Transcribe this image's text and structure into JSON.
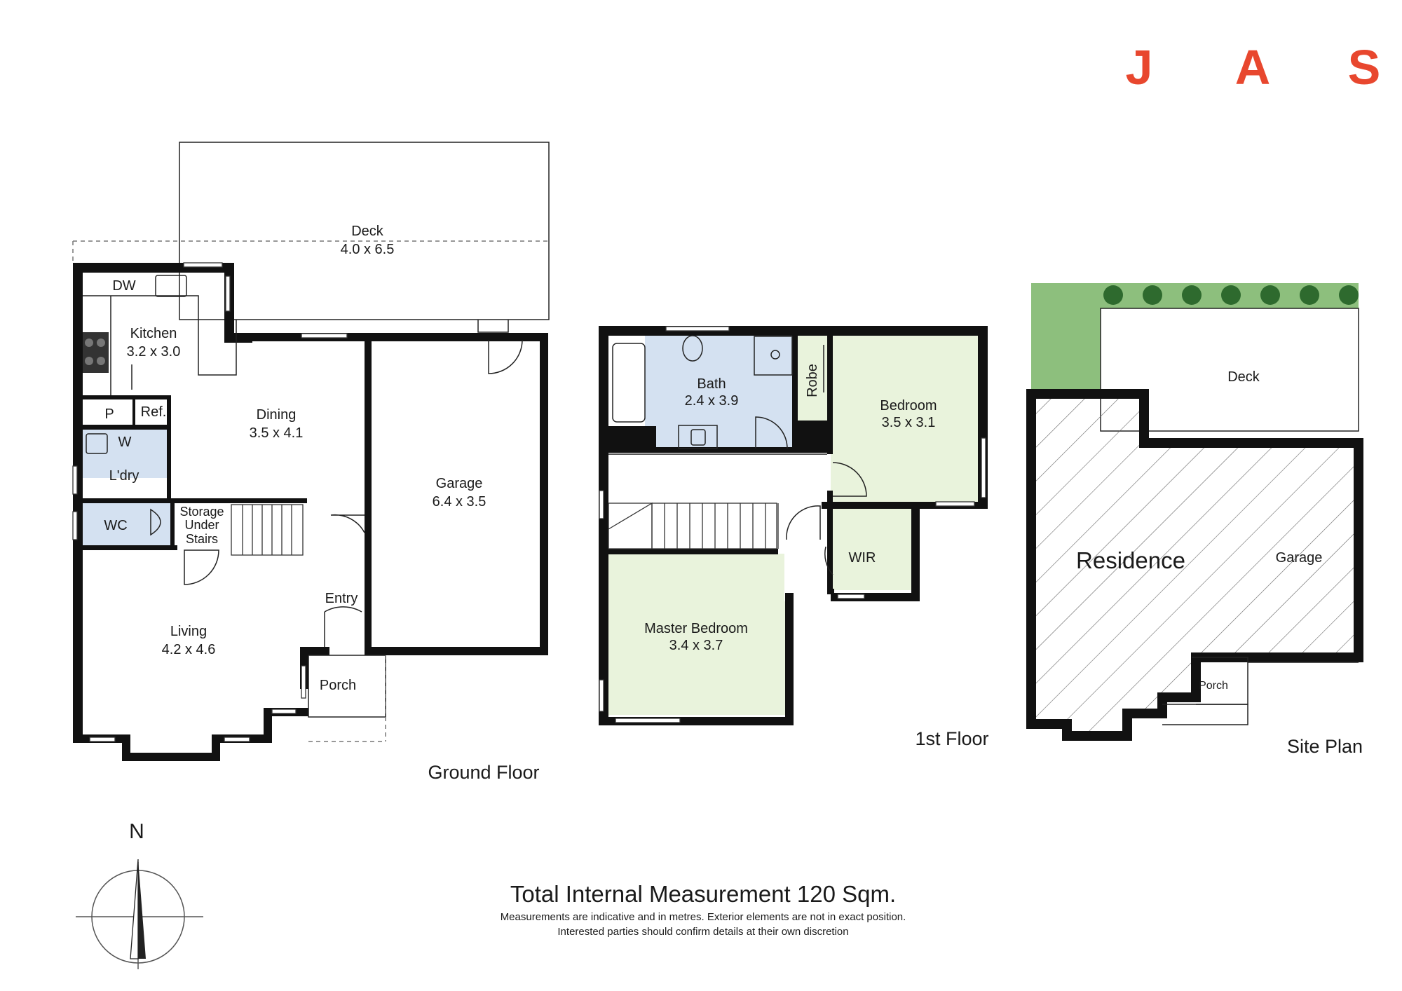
{
  "logo": {
    "letters": [
      "J",
      "A",
      "S"
    ],
    "color": "#e8472e"
  },
  "floors": {
    "ground": {
      "title": "Ground Floor"
    },
    "first": {
      "title": "1st Floor"
    },
    "site": {
      "title": "Site Plan"
    }
  },
  "rooms": {
    "deck": {
      "name": "Deck",
      "size": "4.0 x 6.5"
    },
    "kitchen": {
      "name": "Kitchen",
      "size": "3.2 x 3.0"
    },
    "dw": {
      "name": "DW"
    },
    "pantry": {
      "name": "P"
    },
    "ref": {
      "name": "Ref."
    },
    "washer": {
      "name": "W"
    },
    "laundry": {
      "name": "L'dry"
    },
    "wc": {
      "name": "WC"
    },
    "storage": {
      "line1": "Storage",
      "line2": "Under",
      "line3": "Stairs"
    },
    "dining": {
      "name": "Dining",
      "size": "3.5 x 4.1"
    },
    "garage": {
      "name": "Garage",
      "size": "6.4 x 3.5"
    },
    "entry": {
      "name": "Entry"
    },
    "living": {
      "name": "Living",
      "size": "4.2 x 4.6"
    },
    "porch": {
      "name": "Porch"
    },
    "bath": {
      "name": "Bath",
      "size": "2.4 x 3.9"
    },
    "robe": {
      "name": "Robe"
    },
    "bedroom": {
      "name": "Bedroom",
      "size": "3.5 x 3.1"
    },
    "wir": {
      "name": "WIR"
    },
    "master": {
      "name": "Master Bedroom",
      "size": "3.4 x 3.7"
    }
  },
  "site": {
    "deck": "Deck",
    "residence": "Residence",
    "garage": "Garage",
    "porch": "Porch"
  },
  "compass": {
    "north": "N"
  },
  "footer": {
    "total": "Total Internal Measurement 120 Sqm.",
    "note1": "Measurements are indicative and in metres. Exterior elements are not in exact position.",
    "note2": "Interested parties should confirm details at their own discretion"
  },
  "colors": {
    "wet_area": "#d4e1f1",
    "bedroom": "#e9f3dc",
    "garden": "#8dbf7d",
    "tree": "#2e6a2e"
  }
}
